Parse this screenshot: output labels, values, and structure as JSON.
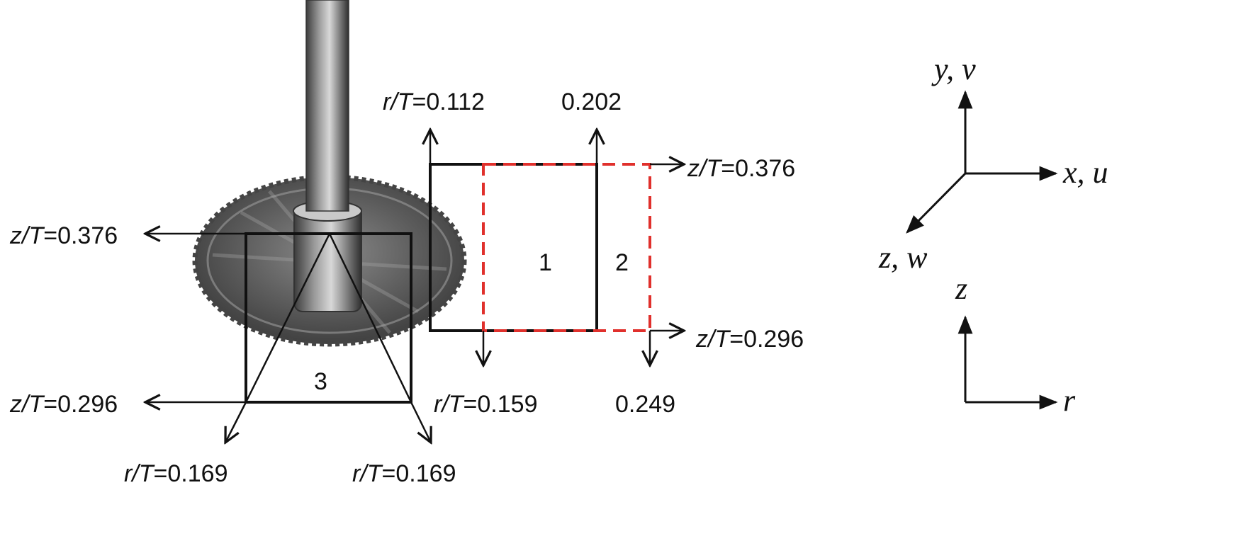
{
  "impeller_region": {
    "top_label": {
      "var": "z/T",
      "eq": "=0.376"
    },
    "bottom_label": {
      "var": "z/T",
      "eq": "=0.296"
    },
    "radial_left": {
      "var": "r/T",
      "eq": "=0.169"
    },
    "radial_right": {
      "var": "r/T",
      "eq": "=0.169"
    },
    "box_number": "3"
  },
  "outflow_region": {
    "r_top_first": {
      "var": "r/T",
      "eq": "=0.112"
    },
    "r_top_second": "0.202",
    "r_bottom_first": {
      "var": "r/T",
      "eq": "=0.159"
    },
    "r_bottom_second": "0.249",
    "z_top": {
      "var": "z/T",
      "eq": "=0.376"
    },
    "z_bottom": {
      "var": "z/T",
      "eq": "=0.296"
    },
    "box_numbers": [
      "1",
      "2"
    ],
    "dashed_color": "#e0302c"
  },
  "axes_3d": {
    "y_label": "y, v",
    "x_label": "x, u",
    "z_label": "z, w"
  },
  "axes_2d": {
    "vertical_label": "z",
    "horizontal_label": "r"
  }
}
